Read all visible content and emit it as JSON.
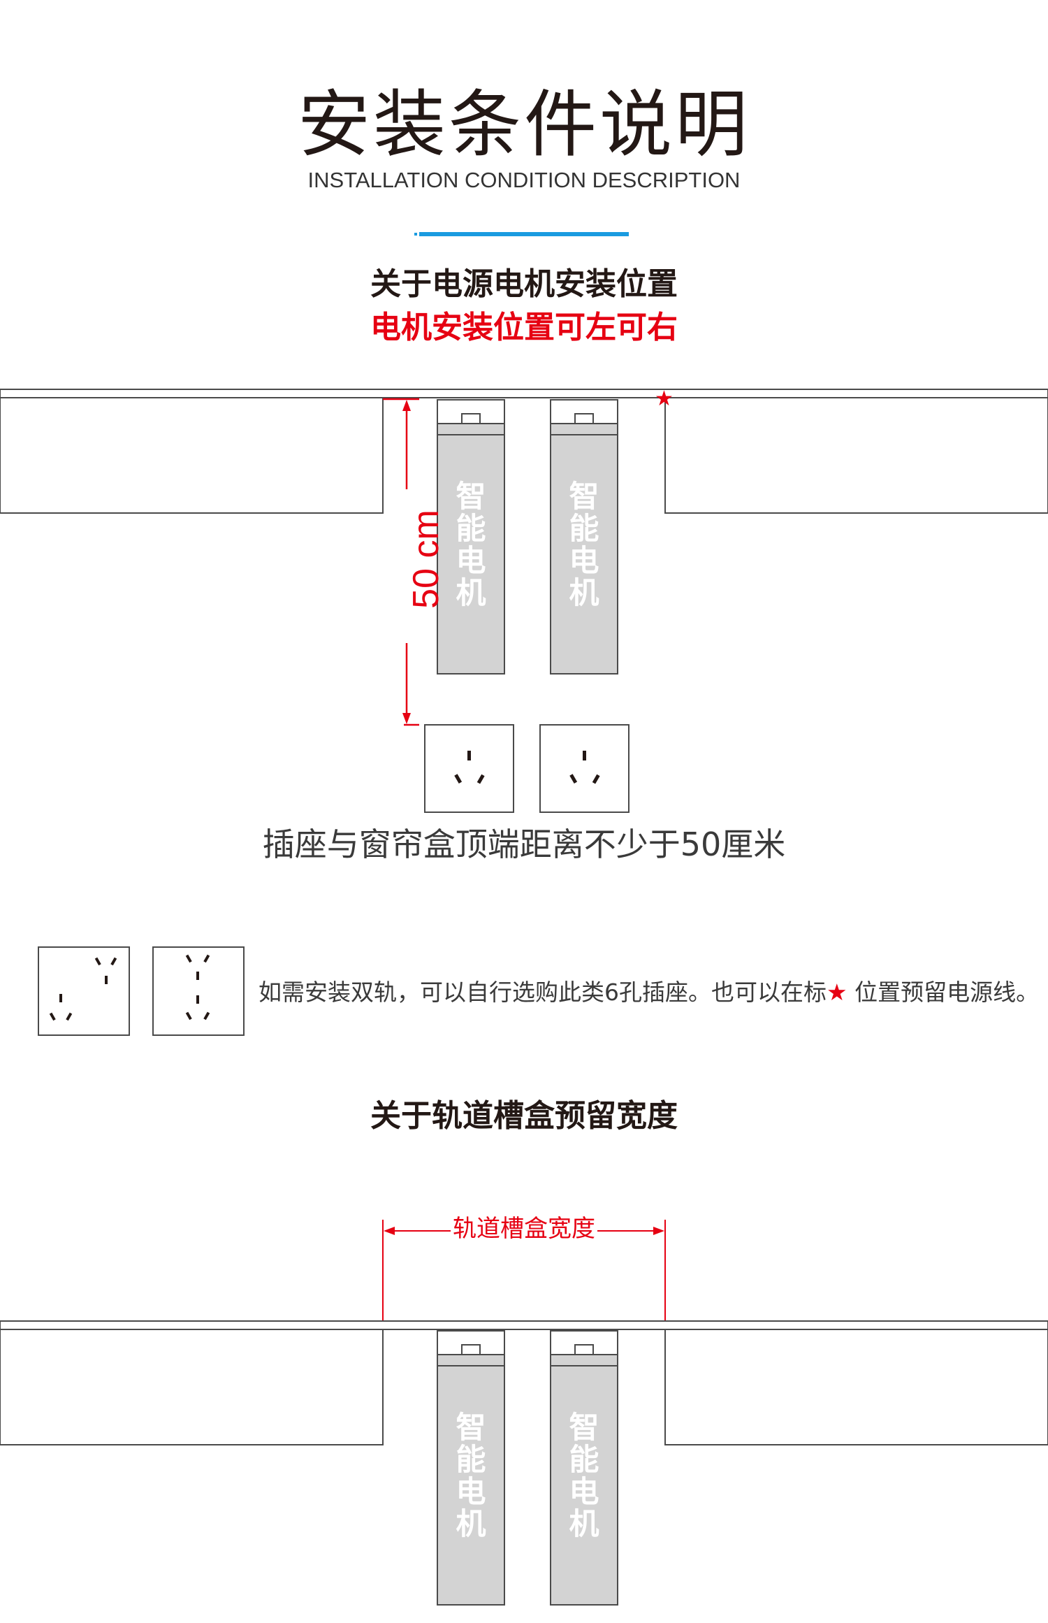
{
  "header": {
    "title": "安装条件说明",
    "subtitle": "INSTALLATION CONDITION DESCRIPTION",
    "accent_color": "#1a9be0"
  },
  "section1": {
    "heading": "关于电源电机安装位置",
    "note": "电机安装位置可左可右",
    "dimension_label": "50 cm",
    "motor_label": [
      "智",
      "能",
      "电",
      "机"
    ],
    "caption": "插座与窗帘盒顶端距离不少于50厘米",
    "star_symbol": "★"
  },
  "six_hole": {
    "note_before_star": "如需安装双轨，可以自行选购此类6孔插座。也可以在标",
    "star_symbol": "★",
    "note_after_star": " 位置预留电源线。"
  },
  "section2": {
    "heading": "关于轨道槽盒预留宽度",
    "width_label": "轨道槽盒宽度",
    "motor_label": [
      "智",
      "能",
      "电",
      "机"
    ]
  },
  "colors": {
    "red": "#e60012",
    "motor_fill": "#d3d3d3",
    "outline": "#4a4a4a"
  }
}
